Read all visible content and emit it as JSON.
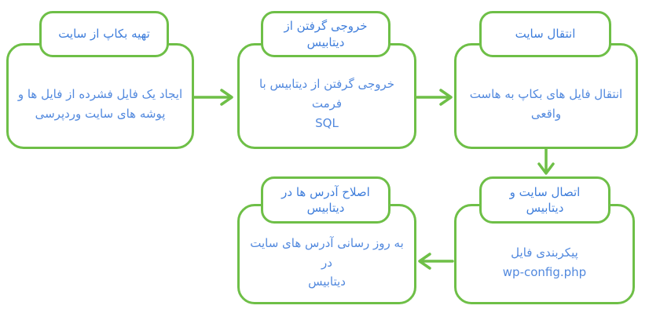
{
  "diagram": {
    "type": "flowchart",
    "language": "fa",
    "direction_of_flow": "left-to-right-then-down-then-left",
    "colors": {
      "node_border": "#6ebf47",
      "arrow": "#6ebf47",
      "header_text": "#3f7edb",
      "body_text": "#5289de",
      "background": "#ffffff"
    },
    "nodes": [
      {
        "id": "backup",
        "header": "تهیه بکاپ از سایت",
        "body": "ایجاد یک فایل فشرده از فایل ها و\nپوشه های سایت وردپرسی"
      },
      {
        "id": "export-db",
        "header": "خروجی گرفتن از\nدیتابیس",
        "body": "خروجی گرفتن از دیتابیس با فرمت\nSQL"
      },
      {
        "id": "transfer",
        "header": "انتقال سایت",
        "body": "انتقال فایل های بکاپ به هاست\nواقعی"
      },
      {
        "id": "connect",
        "header": "اتصال سایت و\nدیتابیس",
        "body": "پیکربندی فایل\nwp-config.php"
      },
      {
        "id": "fix-urls",
        "header": "اصلاح آدرس ها در\nدیتابیس",
        "body": "به روز رسانی آدرس های سایت در\nدیتابیس"
      }
    ],
    "edges": [
      {
        "from": "backup",
        "to": "export-db",
        "direction": "right"
      },
      {
        "from": "export-db",
        "to": "transfer",
        "direction": "right"
      },
      {
        "from": "transfer",
        "to": "connect",
        "direction": "down"
      },
      {
        "from": "connect",
        "to": "fix-urls",
        "direction": "left"
      }
    ]
  }
}
